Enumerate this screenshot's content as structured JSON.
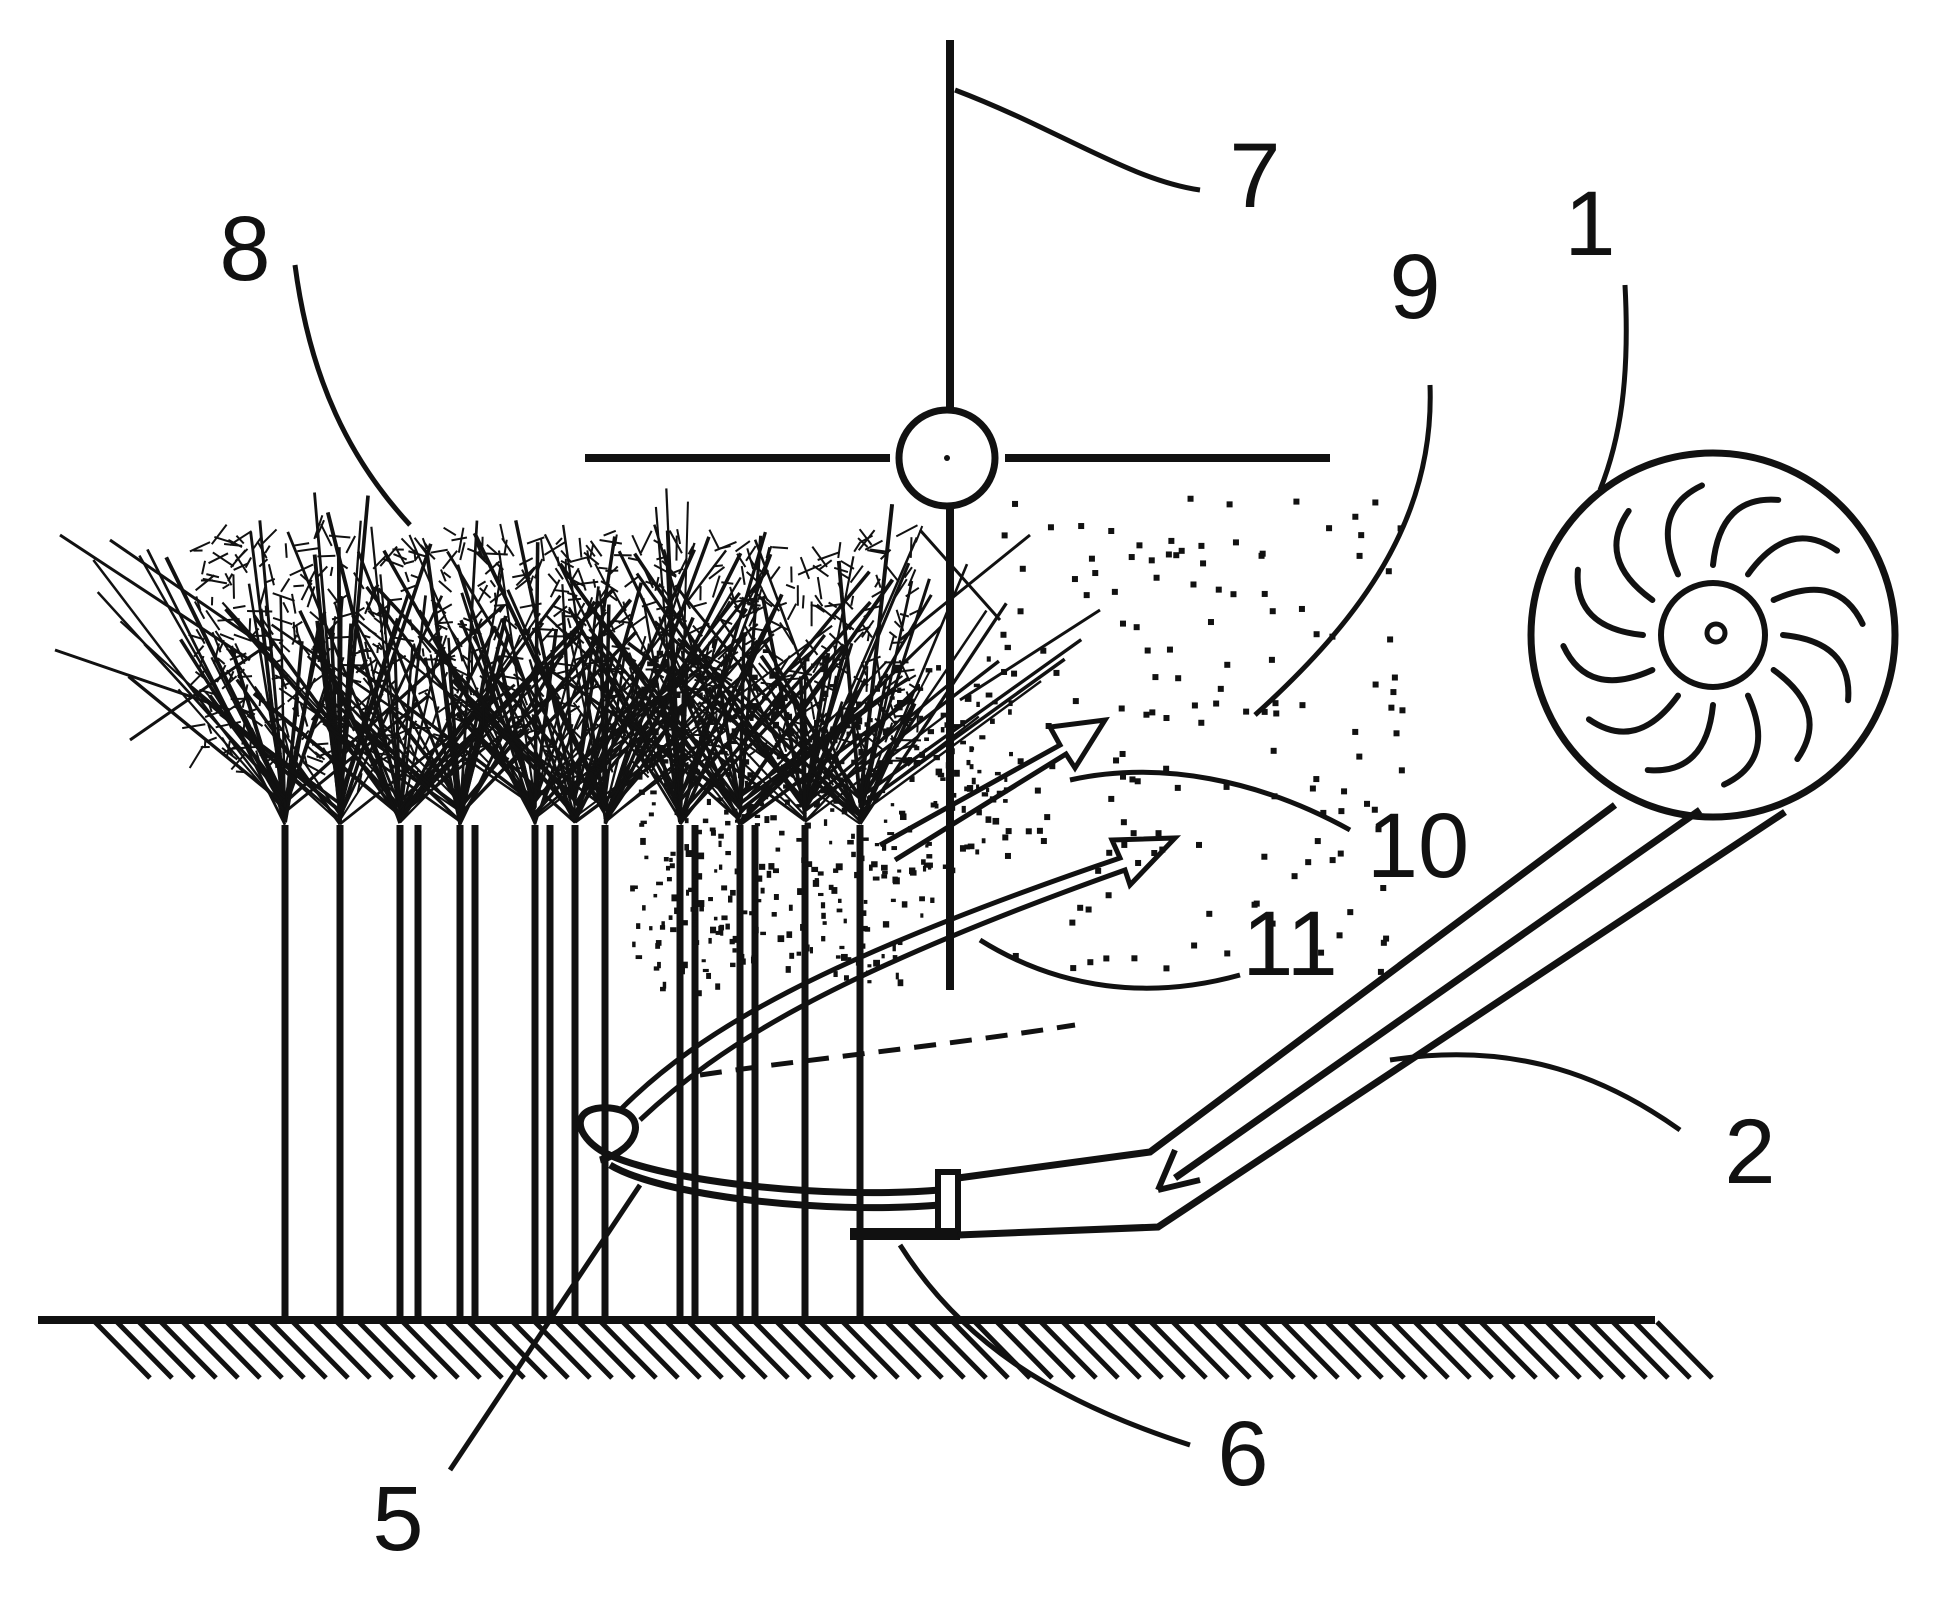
{
  "figure": {
    "labels": {
      "fan": "1",
      "duct": "2",
      "ring_nozzle": "5",
      "support": "6",
      "cross_bar": "7",
      "crop_canopy": "8",
      "particles": "9",
      "upper_airflow": "10",
      "lower_airflow": "11"
    }
  },
  "colors": {
    "ink": "#111111",
    "background": "#ffffff"
  }
}
